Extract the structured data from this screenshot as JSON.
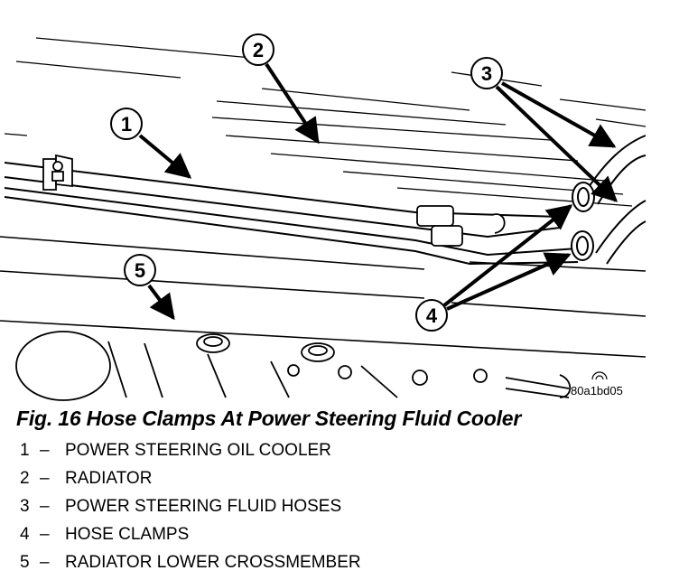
{
  "figure": {
    "id_label": "80a1bd05",
    "callouts": [
      "1",
      "2",
      "3",
      "4",
      "5"
    ]
  },
  "caption": "Fig. 16 Hose Clamps At Power Steering Fluid Cooler",
  "legend": [
    {
      "number": "1",
      "separator": "–",
      "text": "POWER STEERING OIL COOLER"
    },
    {
      "number": "2",
      "separator": "–",
      "text": "RADIATOR"
    },
    {
      "number": "3",
      "separator": "–",
      "text": "POWER STEERING FLUID HOSES"
    },
    {
      "number": "4",
      "separator": "–",
      "text": "HOSE CLAMPS"
    },
    {
      "number": "5",
      "separator": "–",
      "text": "RADIATOR LOWER CROSSMEMBER"
    }
  ]
}
